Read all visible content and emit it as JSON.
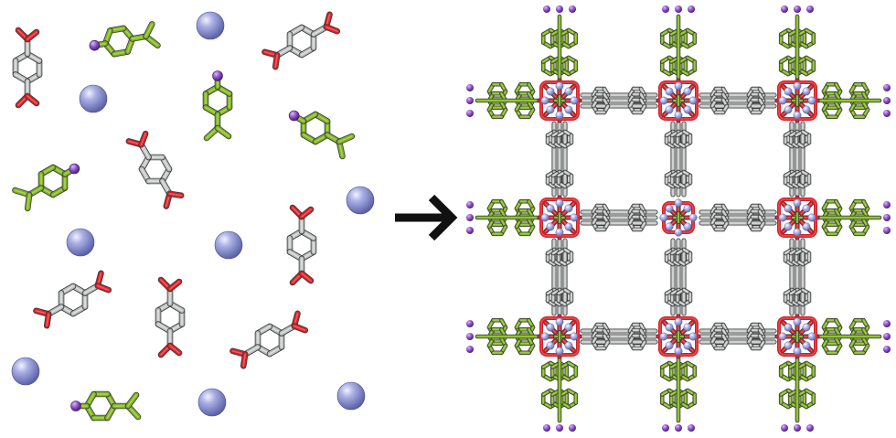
{
  "figure": {
    "panels": [
      {
        "name": "building-blocks-panel"
      },
      {
        "name": "framework-panel"
      }
    ],
    "arrow": {
      "glyph": "arrow-right"
    }
  },
  "colors": {
    "bdc_stick": "#b9bcbc",
    "bdc_highlight": "#e6e8e8",
    "oxygen": "#d0212a",
    "oxygen_highlight": "#ff6666",
    "modulator": "#7cb127",
    "modulator_highlight": "#b3dc54",
    "iodine": "#8a4cc4",
    "metal_ion": "#9aa0d6",
    "metal_ion_highlight": "#e6e9ff",
    "arrow": "#111111",
    "background": "#ffffff"
  }
}
